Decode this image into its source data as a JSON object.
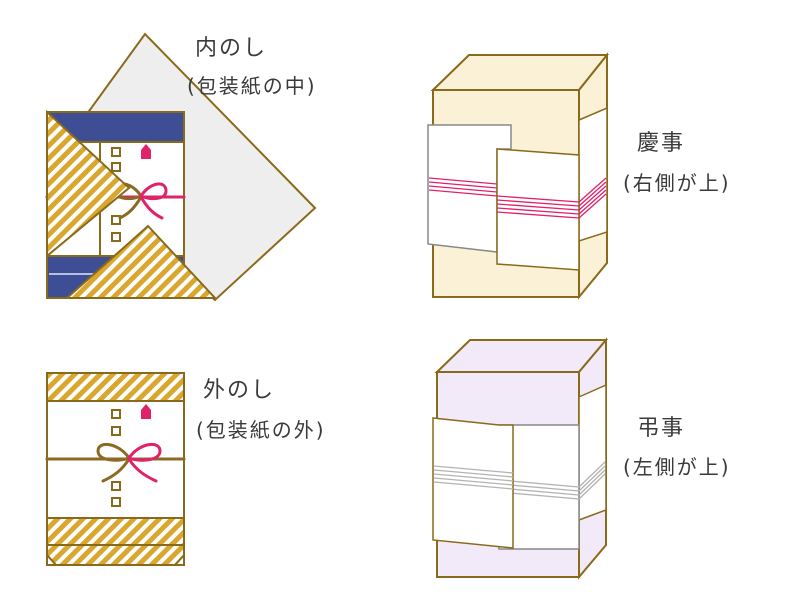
{
  "labels": {
    "uchinoshi_title": "内のし",
    "uchinoshi_sub": "(包装紙の中)",
    "sotonoshi_title": "外のし",
    "sotonoshi_sub": "(包装紙の外)",
    "keiji_title": "慶事",
    "keiji_sub": "(右側が上)",
    "choji_title": "弔事",
    "choji_sub": "(左側が上)"
  },
  "colors": {
    "outline": "#8a6a1a",
    "gold": "#d9a62e",
    "navy": "#3d4e95",
    "ribbon_red": "#e0226b",
    "cord_brown": "#8b6a22",
    "wrap_paper": "#eeeeee",
    "box_cream": "#faf1d6",
    "box_lavender": "#f2eaf8",
    "cord_gray": "#b3b3b3"
  }
}
